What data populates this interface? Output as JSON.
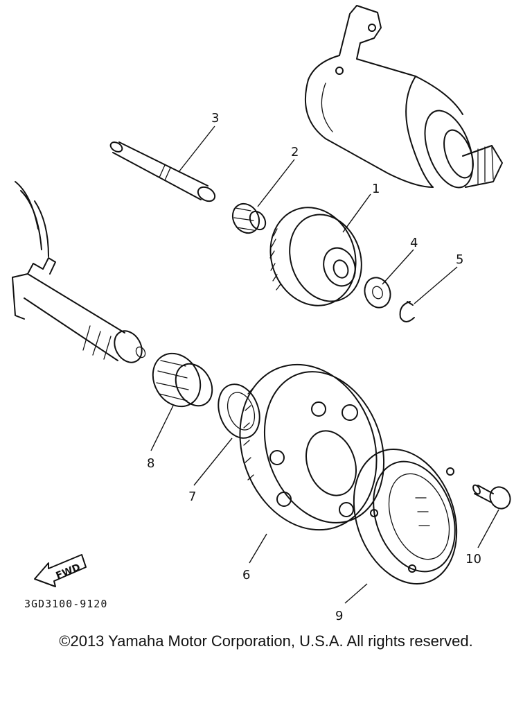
{
  "diagram": {
    "part_numbers": [
      "1",
      "2",
      "3",
      "4",
      "5",
      "6",
      "7",
      "8",
      "9",
      "10"
    ],
    "direction_arrow": "FWD",
    "code": "3GD3100-9120",
    "copyright": "©2013 Yamaha Motor Corporation, U.S.A. All rights reserved."
  }
}
